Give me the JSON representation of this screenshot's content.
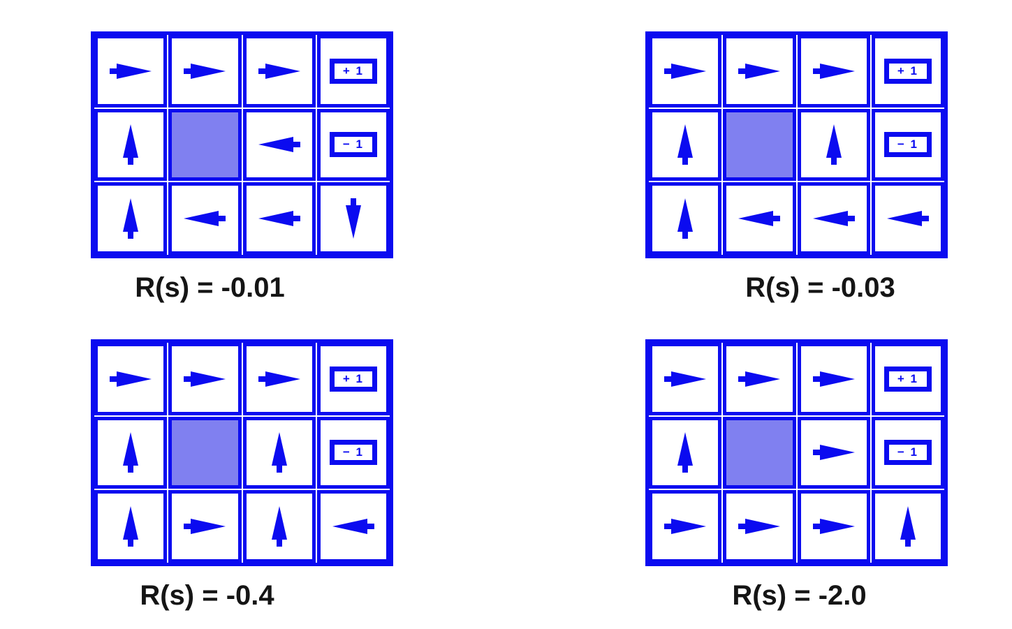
{
  "figure": {
    "description": "Optimal policies for a 4x3 gridworld under four different state reward values",
    "colors": {
      "blue": "#0b0bf0",
      "blocked_cell": "#8080f0",
      "label_text": "#151515",
      "background": "#ffffff"
    },
    "terminals": {
      "plus": "+ 1",
      "minus": "− 1"
    },
    "grids": [
      {
        "label": "R(s) = -0.01",
        "rows": [
          [
            "right",
            "right",
            "right",
            "plus"
          ],
          [
            "up",
            "blocked",
            "left",
            "minus"
          ],
          [
            "up",
            "left",
            "left",
            "down"
          ]
        ]
      },
      {
        "label": "R(s) = -0.03",
        "rows": [
          [
            "right",
            "right",
            "right",
            "plus"
          ],
          [
            "up",
            "blocked",
            "up",
            "minus"
          ],
          [
            "up",
            "left",
            "left",
            "left"
          ]
        ]
      },
      {
        "label": "R(s) = -0.4",
        "rows": [
          [
            "right",
            "right",
            "right",
            "plus"
          ],
          [
            "up",
            "blocked",
            "up",
            "minus"
          ],
          [
            "up",
            "right",
            "up",
            "left"
          ]
        ]
      },
      {
        "label": "R(s) = -2.0",
        "rows": [
          [
            "right",
            "right",
            "right",
            "plus"
          ],
          [
            "up",
            "blocked",
            "right",
            "minus"
          ],
          [
            "right",
            "right",
            "right",
            "up"
          ]
        ]
      }
    ]
  }
}
